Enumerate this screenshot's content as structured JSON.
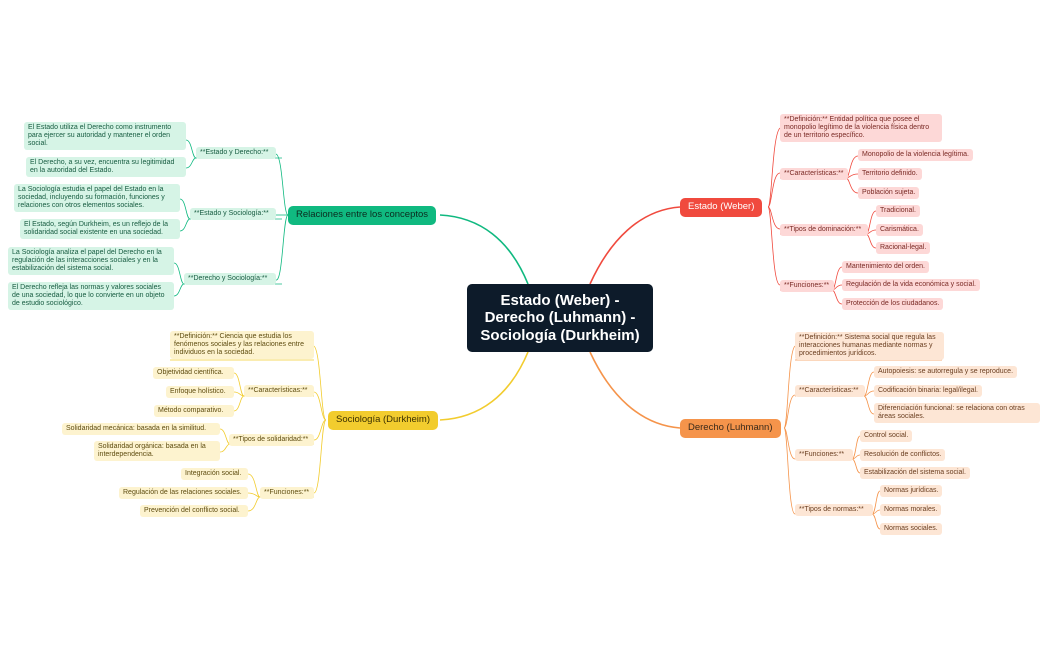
{
  "center": {
    "title": "Estado (Weber) - Derecho (Luhmann) - Sociología (Durkheim)"
  },
  "colors": {
    "red": "#f04a3e",
    "orange": "#f5944b",
    "yellow": "#f2cc2e",
    "green": "#10b980",
    "center": "#0d1b2a"
  },
  "estado": {
    "title": "Estado (Weber)",
    "definicion": "**Definición:** Entidad política que posee el monopolio legítimo de la violencia física dentro de un territorio específico.",
    "caracteristicas": {
      "label": "**Características:**",
      "items": [
        "Monopolio de la violencia legítima.",
        "Territorio definido.",
        "Población sujeta."
      ]
    },
    "dominacion": {
      "label": "**Tipos de dominación:**",
      "items": [
        "Tradicional.",
        "Carismática.",
        "Racional-legal."
      ]
    },
    "funciones": {
      "label": "**Funciones:**",
      "items": [
        "Mantenimiento del orden.",
        "Regulación de la vida económica y social.",
        "Protección de los ciudadanos."
      ]
    }
  },
  "derecho": {
    "title": "Derecho (Luhmann)",
    "definicion": "**Definición:** Sistema social que regula las interacciones humanas mediante normas y procedimientos jurídicos.",
    "caracteristicas": {
      "label": "**Características:**",
      "items": [
        "Autopoiesis: se autorregula y se reproduce.",
        "Codificación binaria: legal/ilegal.",
        "Diferenciación funcional: se relaciona con otras áreas sociales."
      ]
    },
    "funciones": {
      "label": "**Funciones:**",
      "items": [
        "Control social.",
        "Resolución de conflictos.",
        "Estabilización del sistema social."
      ]
    },
    "normas": {
      "label": "**Tipos de normas:**",
      "items": [
        "Normas jurídicas.",
        "Normas morales.",
        "Normas sociales."
      ]
    }
  },
  "sociologia": {
    "title": "Sociología (Durkheim)",
    "definicion": "**Definición:** Ciencia que estudia los fenómenos sociales y las relaciones entre individuos en la sociedad.",
    "caracteristicas": {
      "label": "**Características:**",
      "items": [
        "Objetividad científica.",
        "Enfoque holístico.",
        "Método comparativo."
      ]
    },
    "solidaridad": {
      "label": "**Tipos de solidaridad:**",
      "items": [
        "Solidaridad mecánica: basada en la similitud.",
        "Solidaridad orgánica: basada en la interdependencia."
      ]
    },
    "funciones": {
      "label": "**Funciones:**",
      "items": [
        "Integración social.",
        "Regulación de las relaciones sociales.",
        "Prevención del conflicto social."
      ]
    }
  },
  "relaciones": {
    "title": "Relaciones entre los conceptos",
    "estado_derecho": {
      "label": "**Estado y Derecho:**",
      "items": [
        "El Estado utiliza el Derecho como instrumento para ejercer su autoridad y mantener el orden social.",
        "El Derecho, a su vez, encuentra su legitimidad en la autoridad del Estado."
      ]
    },
    "estado_sociologia": {
      "label": "**Estado y Sociología:**",
      "items": [
        "La Sociología estudia el papel del Estado en la sociedad, incluyendo su formación, funciones y relaciones con otros elementos sociales.",
        "El Estado, según Durkheim, es un reflejo de la solidaridad social existente en una sociedad."
      ]
    },
    "derecho_sociologia": {
      "label": "**Derecho y Sociología:**",
      "items": [
        "La Sociología analiza el papel del Derecho en la regulación de las interacciones sociales y en la estabilización del sistema social.",
        "El Derecho refleja las normas y valores sociales de una sociedad, lo que lo convierte en un objeto de estudio sociológico."
      ]
    }
  }
}
